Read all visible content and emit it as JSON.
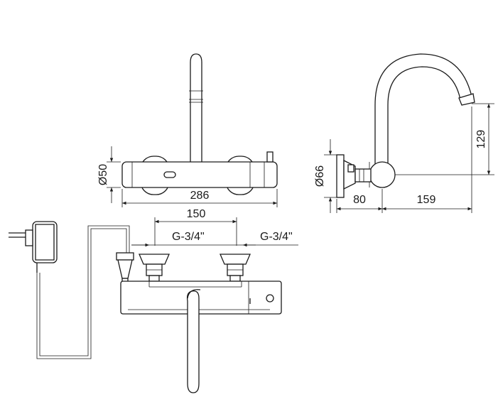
{
  "labels": {
    "dim_286": "286",
    "dim_150": "150",
    "dim_d50": "Ø50",
    "thread_left": "G-3/4\"",
    "thread_right": "G-3/4\"",
    "dim_d66": "Ø66",
    "dim_80": "80",
    "dim_159": "159",
    "dim_129": "129"
  }
}
